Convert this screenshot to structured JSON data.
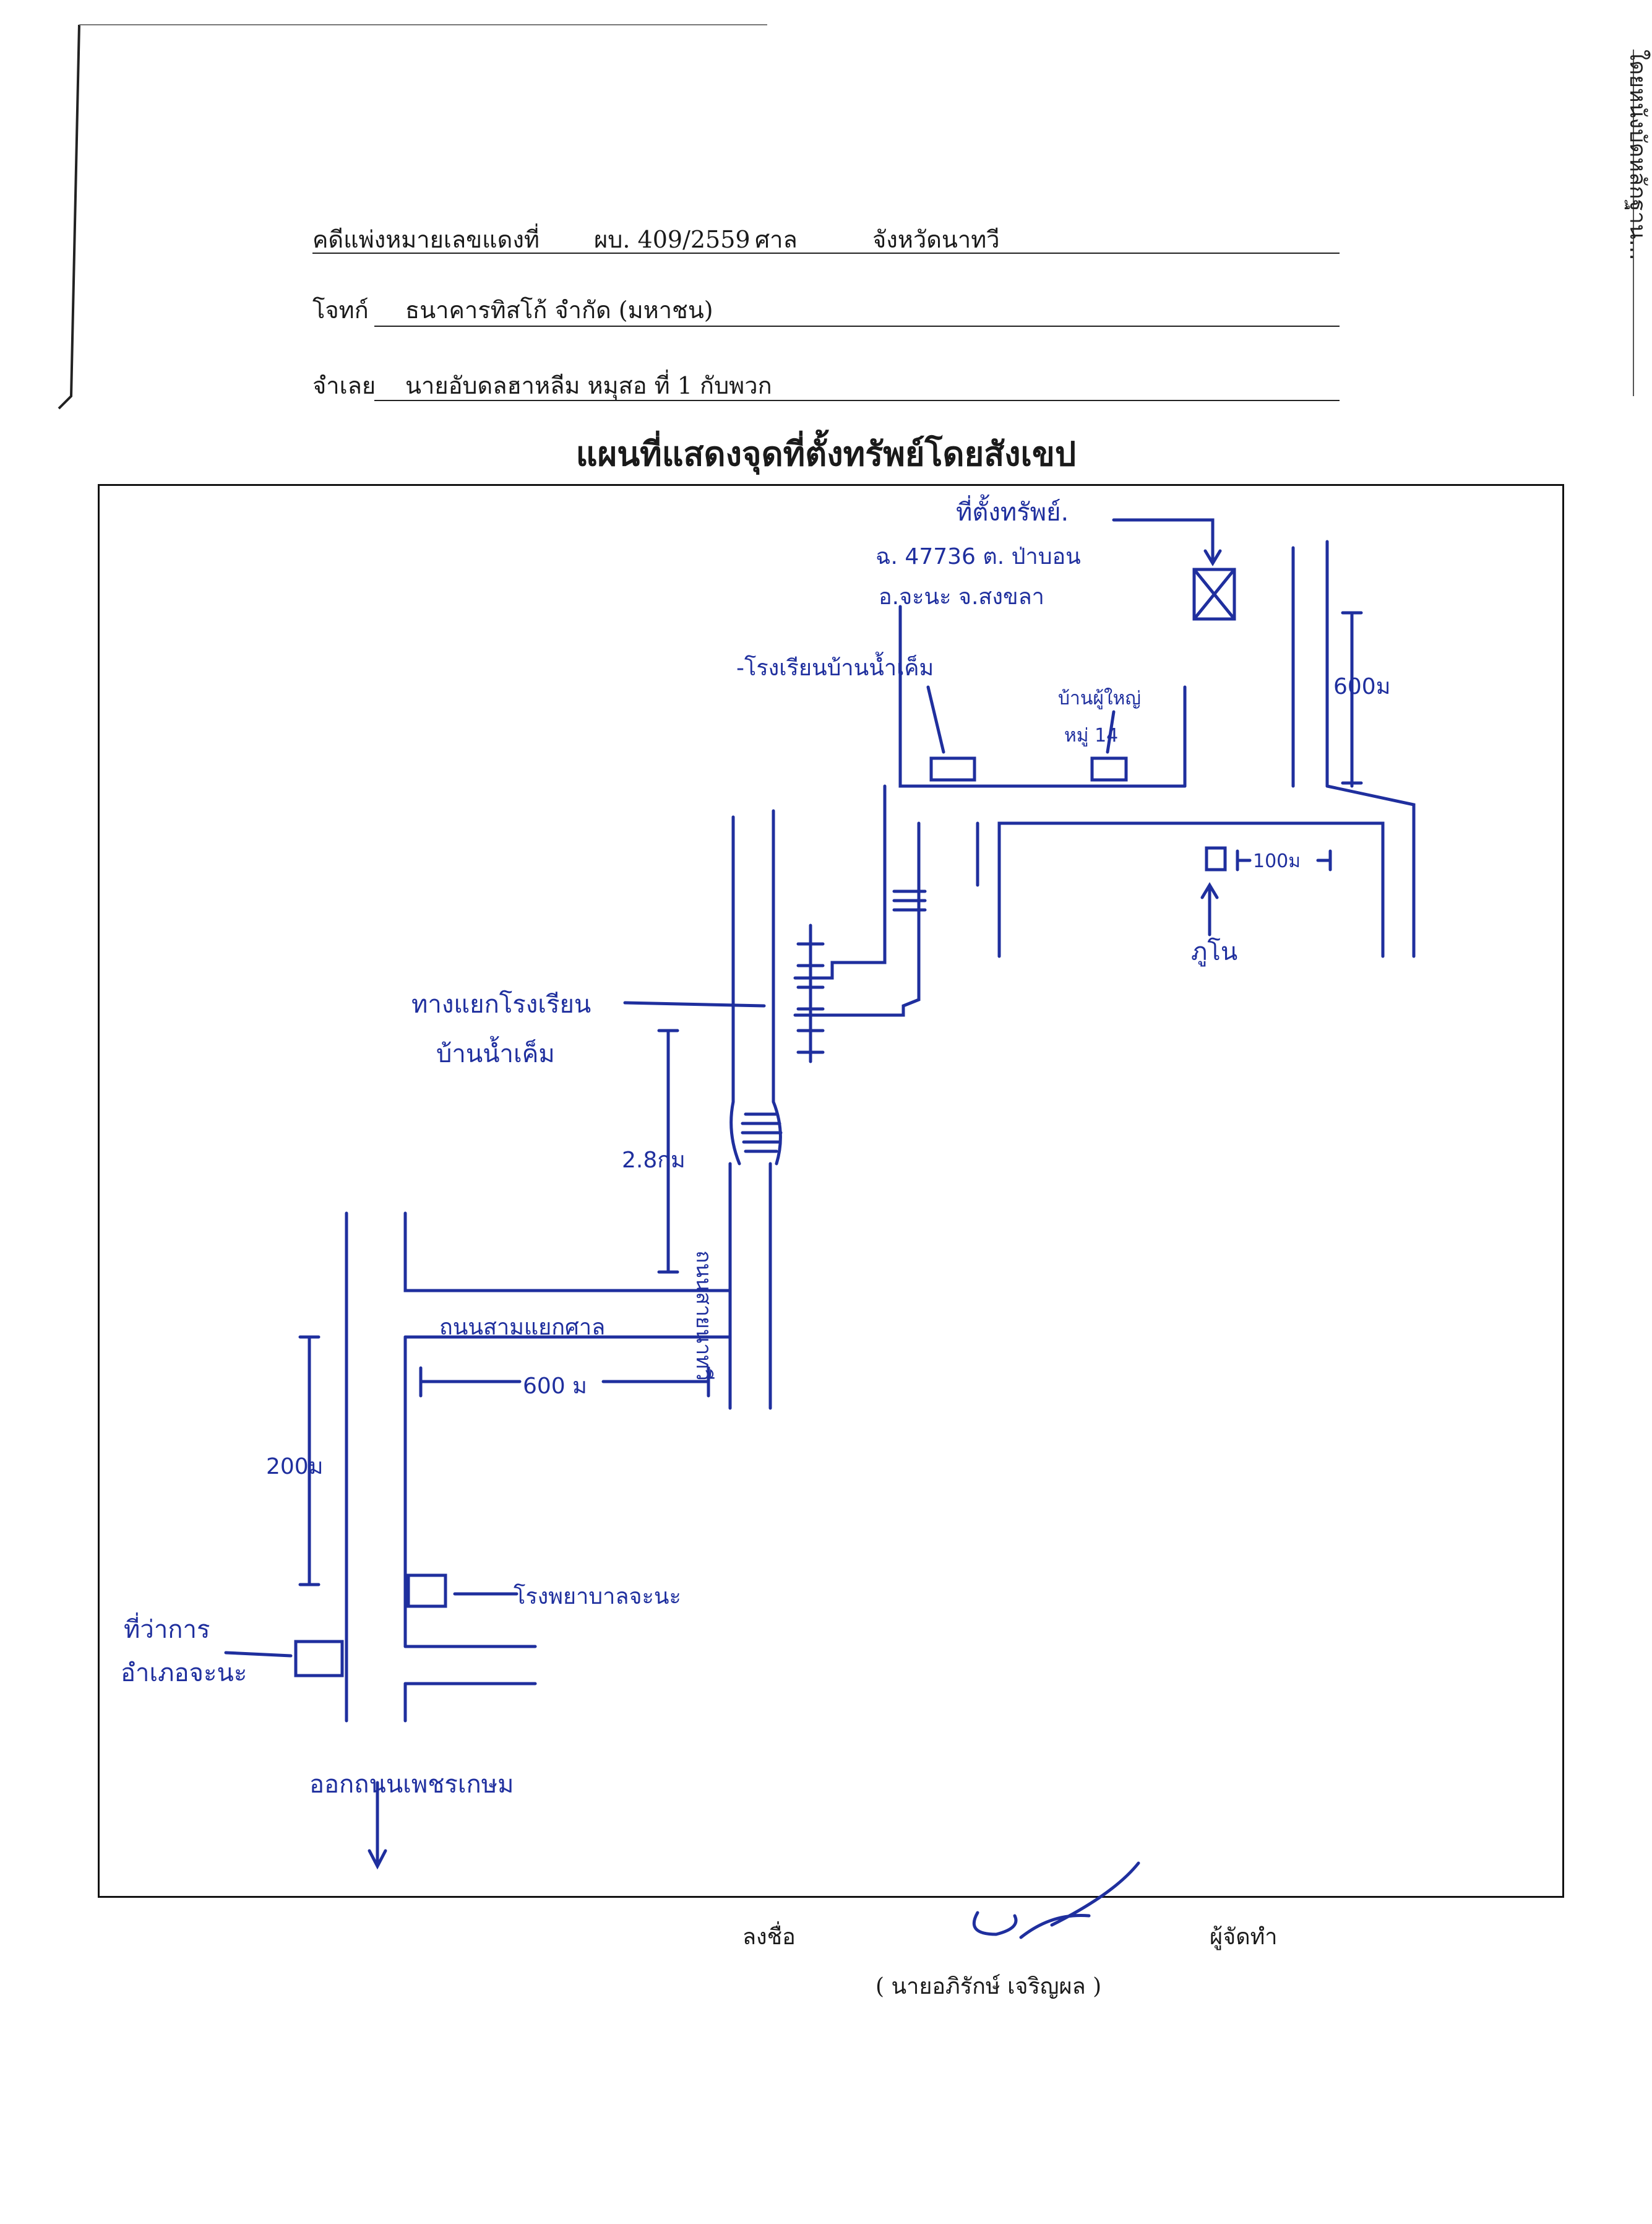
{
  "header": {
    "case_label": "คดีแพ่งหมายเลขแดงที่",
    "case_number": "ผบ. 409/2559",
    "court_label": "ศาล",
    "court_name": "จังหวัดนาทวี",
    "plaintiff_label": "โจทก์",
    "plaintiff_name": "ธนาคารทิสโก้ จำกัด (มหาชน)",
    "defendant_label": "จำเลย",
    "defendant_name": "นายอับดลฮาหลีม หมุสอ ที่ 1 กับพวก"
  },
  "side_stamp": "ใดยหนังบัดหลักฐาน...",
  "map": {
    "title": "แผนที่แสดงจุดที่ตั้งทรัพย์โดยสังเขป",
    "property_label": "ที่ตั้งทรัพย์.",
    "deed_line": "ฉ. 47736 ต. ป่าบอน",
    "district_line": "อ.จะนะ จ.สงขลา",
    "school_label": "-โรงเรียนบ้านน้ำเค็ม",
    "headman_label_1": "บ้านผู้ใหญ่",
    "headman_label_2": "หมู่ 14",
    "dist_600_right": "600ม",
    "dist_100": "100ม",
    "pond_label": "ภูโน",
    "junction_label_1": "ทางแยกโรงเรียน",
    "junction_label_2": "บ้านน้ำเค็ม",
    "dist_2_8km": "2.8กม",
    "main_road_label": "ถนนสายนาทวี",
    "side_road_label": "ถนนสามแยกศาล",
    "dist_600_left": "600 ม",
    "dist_200": "200ม",
    "hospital_label": "โรงพยาบาลจะนะ",
    "district_office_1": "ที่ว่าการ",
    "district_office_2": "อำเภอจะนะ",
    "exit_label": "ออกถนนเพชรเกษม"
  },
  "signature": {
    "sign_label": "ลงชื่อ",
    "role": "ผู้จัดทำ",
    "name": "( นายอภิรักษ์ เจริญผล )"
  },
  "colors": {
    "ink_pen": "#1f2f9e",
    "ink_print": "#1a1a1a"
  },
  "icons": [
    "property-marker-icon",
    "arrow-down-icon"
  ]
}
